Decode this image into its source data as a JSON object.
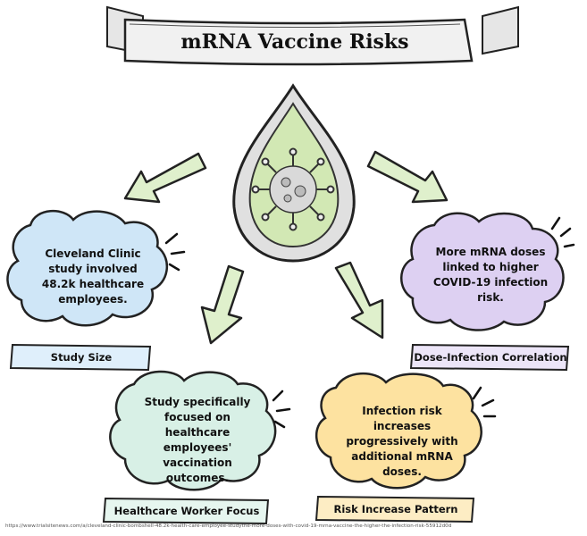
{
  "title": "mRNA Vaccine Risks",
  "nodes": {
    "study_size": {
      "text": "Cleveland Clinic study involved 48.2k healthcare employees.",
      "label": "Study Size",
      "color": "#cfe6f7"
    },
    "dose_infection": {
      "text": "More mRNA doses linked to higher COVID-19 infection risk.",
      "label": "Dose-Infection Correlation",
      "color": "#ddd0f2"
    },
    "healthcare_worker": {
      "text": "Study specifically focused on healthcare employees' vaccination outcomes.",
      "label": "Healthcare Worker Focus",
      "color": "#d8f0e6"
    },
    "risk_pattern": {
      "text": "Infection risk increases progressively with additional mRNA doses.",
      "label": "Risk Increase Pattern",
      "color": "#fde2a0"
    }
  },
  "central_icon": "virus-droplet-icon",
  "source_url": "https://www.trialsitenews.com/a/cleveland-clinic-bombshell-48.2k-health-care-employee-studythe-more-doses-with-covid-19-mrna-vaccine-the-higher-the-infection-risk-55912d0d",
  "colors": {
    "drop": "#d2e8b4",
    "arrow": "#dff0cc",
    "banner": "#f1f1f1"
  }
}
